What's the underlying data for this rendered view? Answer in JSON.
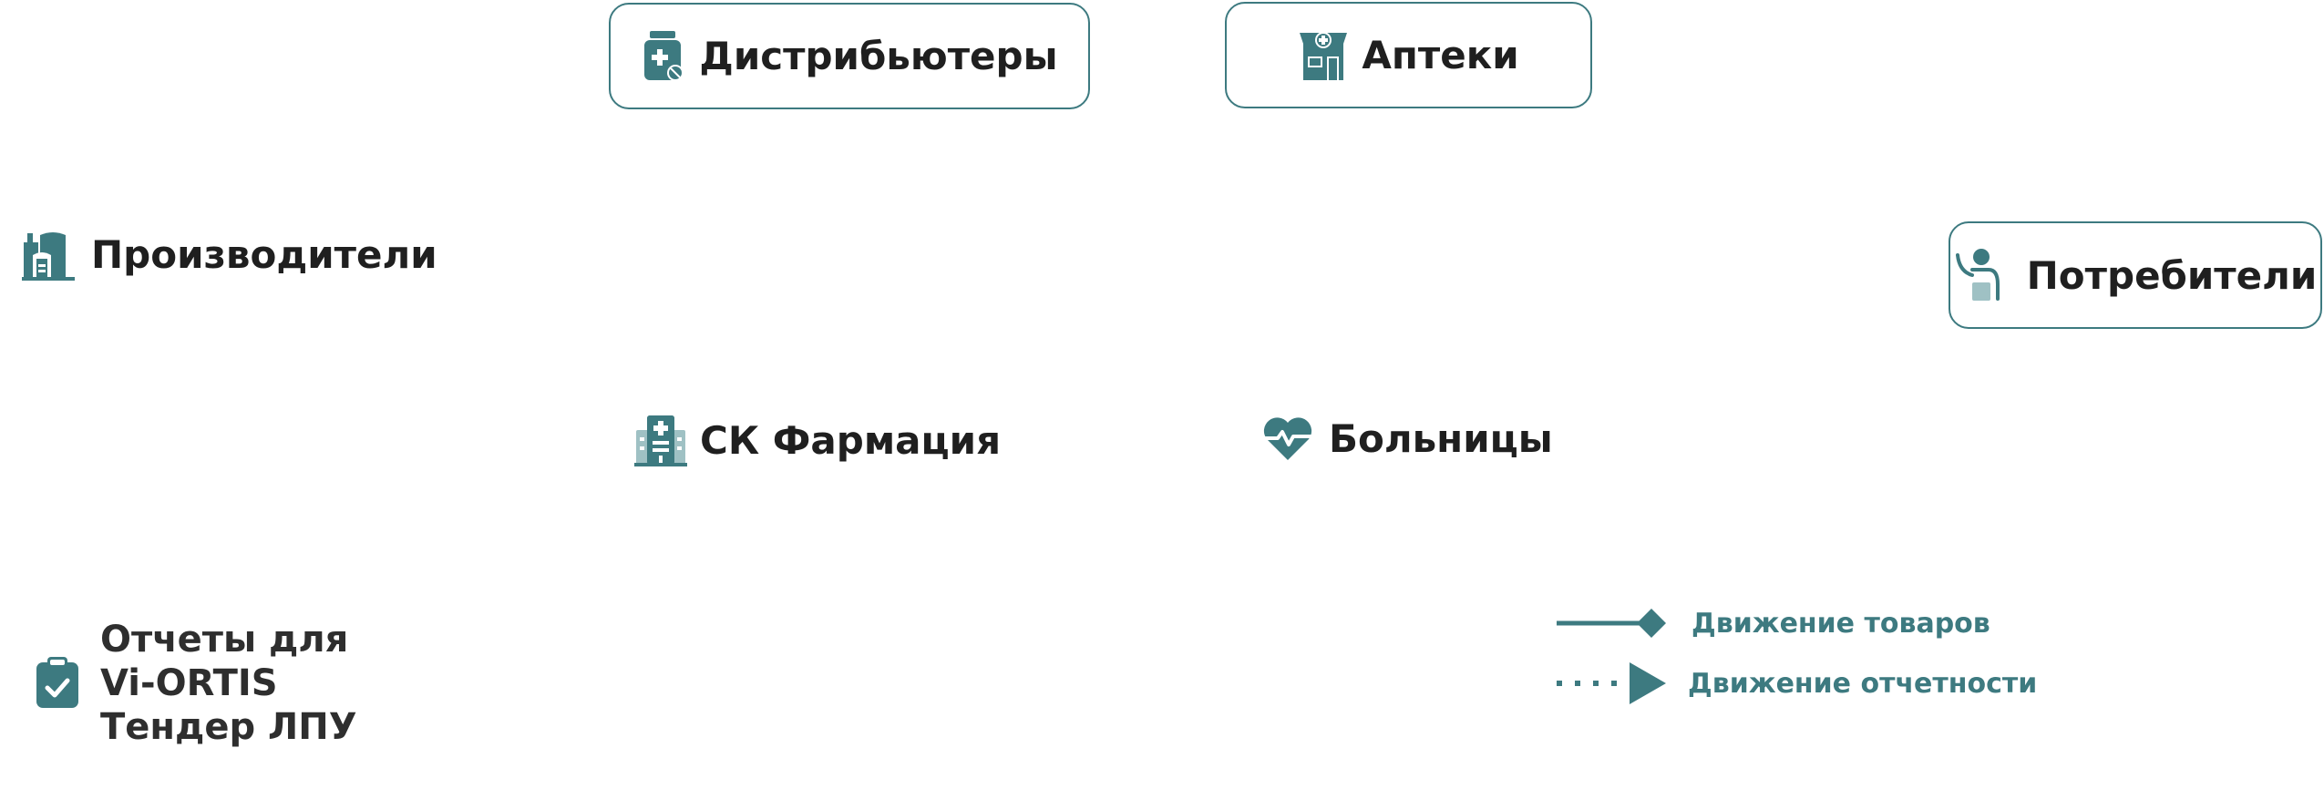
{
  "colors": {
    "accent": "#3d7a80",
    "text": "#1f1f1f",
    "box_border": "#3d7a80"
  },
  "nodes": {
    "distributors": {
      "label": "Дистрибьютеры",
      "icon": "medicine-bottle-icon"
    },
    "pharmacies": {
      "label": "Аптеки",
      "icon": "pharmacy-store-icon"
    },
    "producers": {
      "label": "Производители",
      "icon": "factory-icon"
    },
    "consumers": {
      "label": "Потребители",
      "icon": "person-icon"
    },
    "sk_pharmacy": {
      "label": "СК Фармация",
      "icon": "hospital-building-icon"
    },
    "hospitals": {
      "label": "Больницы",
      "icon": "heart-pulse-icon"
    }
  },
  "reports": {
    "icon": "clipboard-check-icon",
    "lines": [
      "Отчеты для",
      "Vi-ORTIS",
      "Тендер ЛПУ"
    ]
  },
  "legend": {
    "goods": {
      "label": "Движение товаров",
      "style": "solid line with diamond"
    },
    "reporting": {
      "label": "Движение отчетности",
      "style": "dashed line with triangle"
    }
  }
}
